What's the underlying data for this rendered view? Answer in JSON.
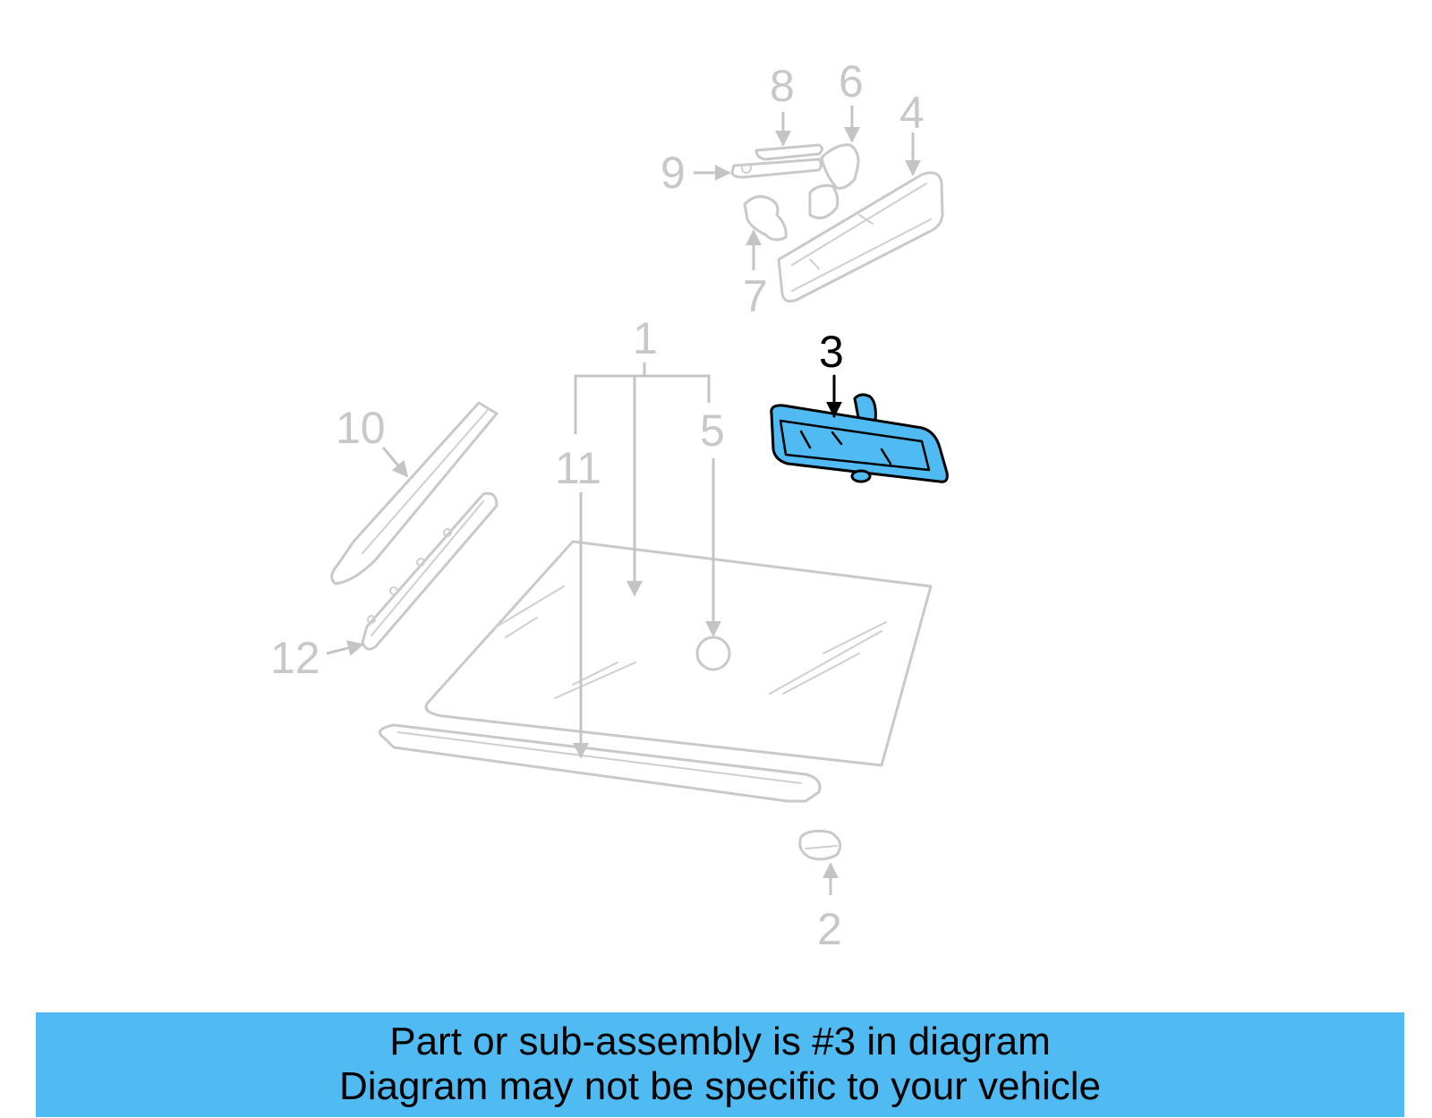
{
  "diagram": {
    "callouts": {
      "c1": "1",
      "c2": "2",
      "c3": "3",
      "c4": "4",
      "c5": "5",
      "c6": "6",
      "c7": "7",
      "c8": "8",
      "c9": "9",
      "c10": "10",
      "c11": "11",
      "c12": "12"
    },
    "highlighted_part": "3",
    "highlight_color": "#4fbbf2",
    "inactive_color": "#c8c8c8"
  },
  "banner": {
    "line1": "Part or sub-assembly is #3 in diagram",
    "line2": "Diagram may not be specific to your vehicle",
    "background": "#4fbbf2"
  }
}
